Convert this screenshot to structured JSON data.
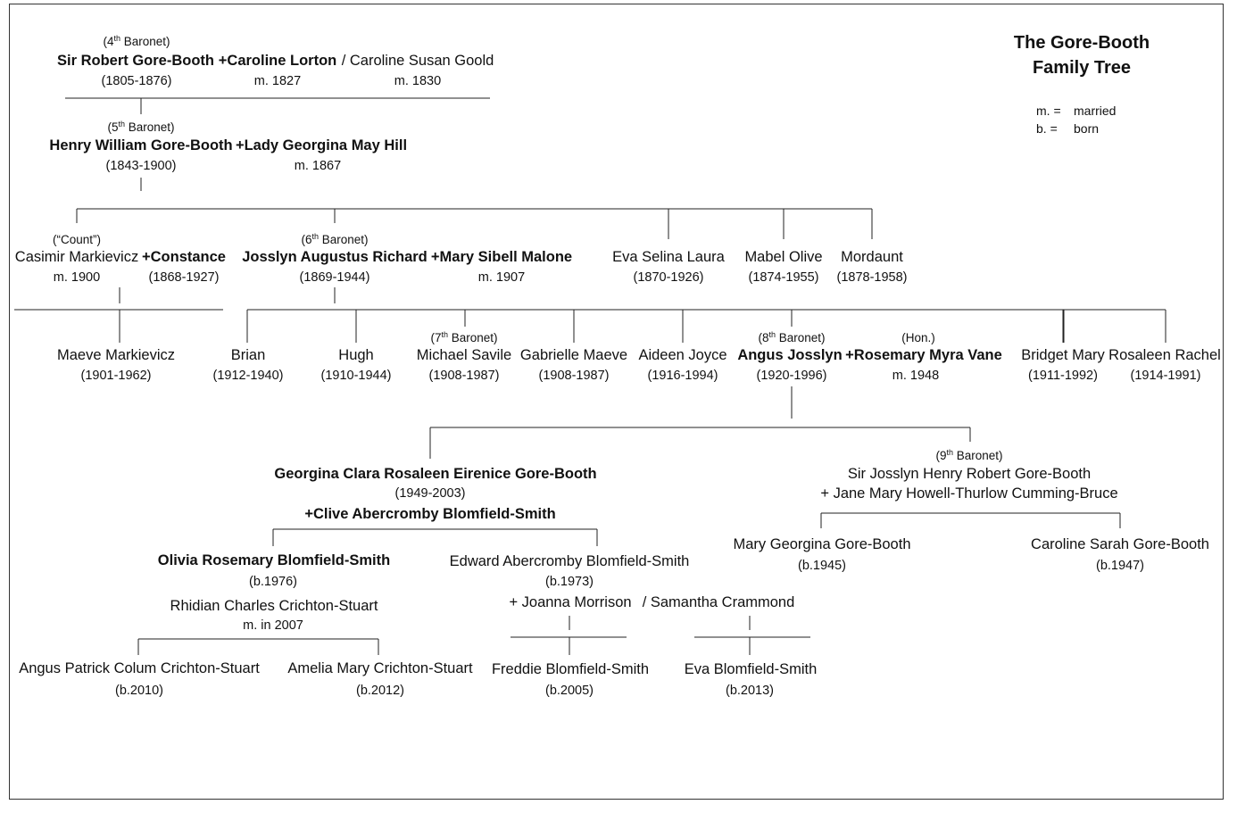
{
  "title": {
    "line1": "The Gore-Booth",
    "line2": "Family Tree"
  },
  "legend": [
    {
      "key": "m. =",
      "value": "married"
    },
    {
      "key": "b. =",
      "value": "born"
    }
  ],
  "gen1": {
    "baronet_num": "4",
    "baronet_suffix": "th",
    "baronet_word": "Baronet",
    "name": "Sir Robert Gore-Booth",
    "dates": "(1805-1876)",
    "spouse1": "+Caroline Lorton",
    "spouse1_married": "m. 1827",
    "spouse2": "/ Caroline Susan Goold",
    "spouse2_married": "m. 1830"
  },
  "gen2": {
    "baronet_num": "5",
    "baronet_suffix": "th",
    "baronet_word": "Baronet",
    "name": "Henry William Gore-Booth",
    "dates": "(1843-1900)",
    "spouse": "+Lady Georgina May Hill",
    "married": "m. 1867"
  },
  "gen3": {
    "casimir": {
      "title": "(“Count”)",
      "name": "Casimir Markievicz",
      "married": "m. 1900"
    },
    "constance": {
      "name": "+Constance",
      "dates": "(1868-1927)"
    },
    "josslyn": {
      "baronet_num": "6",
      "baronet_suffix": "th",
      "baronet_word": "Baronet",
      "name": "Josslyn Augustus Richard",
      "dates": "(1869-1944)"
    },
    "mary_sibell": {
      "name": "+Mary Sibell Malone",
      "married": "m. 1907"
    },
    "eva": {
      "name": "Eva Selina Laura",
      "dates": "(1870-1926)"
    },
    "mabel": {
      "name": "Mabel Olive",
      "dates": "(1874-1955)"
    },
    "mordaunt": {
      "name": "Mordaunt",
      "dates": "(1878-1958)"
    }
  },
  "gen4": {
    "maeve": {
      "name": "Maeve Markievicz",
      "dates": "(1901-1962)"
    },
    "brian": {
      "name": "Brian",
      "dates": "(1912-1940)"
    },
    "hugh": {
      "name": "Hugh",
      "dates": "(1910-1944)"
    },
    "michael": {
      "baronet_num": "7",
      "baronet_suffix": "th",
      "baronet_word": "Baronet",
      "name": "Michael Savile",
      "dates": "(1908-1987)"
    },
    "gabrielle": {
      "name": "Gabrielle Maeve",
      "dates": "(1908-1987)"
    },
    "aideen": {
      "name": "Aideen Joyce",
      "dates": "(1916-1994)"
    },
    "angus": {
      "baronet_num": "8",
      "baronet_suffix": "th",
      "baronet_word": "Baronet",
      "name": "Angus Josslyn",
      "dates": "(1920-1996)"
    },
    "rosemary": {
      "title": "(Hon.)",
      "name": "+Rosemary Myra Vane",
      "married": "m. 1948"
    },
    "bridget": {
      "name": "Bridget Mary",
      "dates": "(1911-1992)"
    },
    "rosaleen": {
      "name": "Rosaleen Rachel",
      "dates": "(1914-1991)"
    }
  },
  "gen5": {
    "georgina": {
      "name": "Georgina Clara Rosaleen Eirenice Gore-Booth",
      "dates": "(1949-2003)",
      "spouse": "+Clive Abercromby Blomfield-Smith"
    },
    "sir_josslyn": {
      "baronet_num": "9",
      "baronet_suffix": "th",
      "baronet_word": "Baronet",
      "name": "Sir Josslyn Henry Robert Gore-Booth",
      "spouse": "+ Jane Mary Howell-Thurlow Cumming-Bruce"
    }
  },
  "gen6": {
    "olivia": {
      "name": "Olivia Rosemary Blomfield-Smith",
      "dates": "(b.1976)",
      "spouse": "Rhidian Charles Crichton-Stuart",
      "married": "m. in 2007"
    },
    "edward": {
      "name": "Edward Abercromby Blomfield-Smith",
      "dates": "(b.1973)",
      "spouse1": "+ Joanna Morrison",
      "spouse2": "/ Samantha Crammond"
    },
    "mary_georgina": {
      "name": "Mary Georgina Gore-Booth",
      "dates": "(b.1945)"
    },
    "caroline_sarah": {
      "name": "Caroline Sarah Gore-Booth",
      "dates": "(b.1947)"
    }
  },
  "gen7": {
    "angus_patrick": {
      "name": "Angus Patrick Colum Crichton-Stuart",
      "dates": "(b.2010)"
    },
    "amelia": {
      "name": "Amelia Mary Crichton-Stuart",
      "dates": "(b.2012)"
    },
    "freddie": {
      "name": "Freddie Blomfield-Smith",
      "dates": "(b.2005)"
    },
    "eva_b": {
      "name": "Eva Blomfield-Smith",
      "dates": "(b.2013)"
    }
  }
}
